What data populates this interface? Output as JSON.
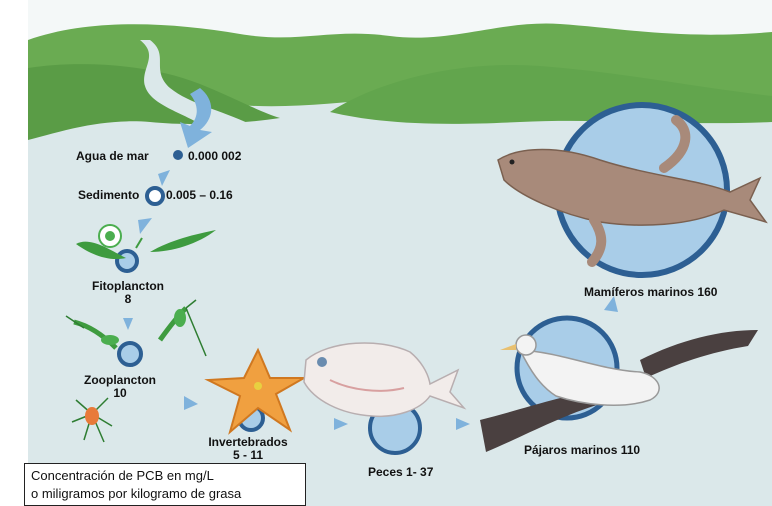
{
  "levels": {
    "seawater": {
      "label": "Agua de mar",
      "value": "0.000 002"
    },
    "sediment": {
      "label": "Sedimento",
      "value": "0.005 – 0.16"
    },
    "phytoplankton": {
      "label": "Fitoplancton",
      "value": "8"
    },
    "zooplankton": {
      "label": "Zooplancton",
      "value": "10"
    },
    "invertebrates": {
      "label": "Invertebrados",
      "value": "5 - 11"
    },
    "fish": {
      "label": "Peces",
      "value": "1- 37"
    },
    "seabirds": {
      "label": "Pájaros marinos",
      "value": "110"
    },
    "marine_mammals": {
      "label": "Mamíferos marinos",
      "value": "160"
    }
  },
  "legend": {
    "line1": "Concentración de PCB en mg/L",
    "line2": "o miligramos por kilogramo de grasa"
  },
  "colors": {
    "water": "#dbe8ea",
    "hills": "#5fa04a",
    "circle": "#3a6fa5",
    "circle_fill": "#a9cde8",
    "arrow": "#7fb2dc"
  }
}
